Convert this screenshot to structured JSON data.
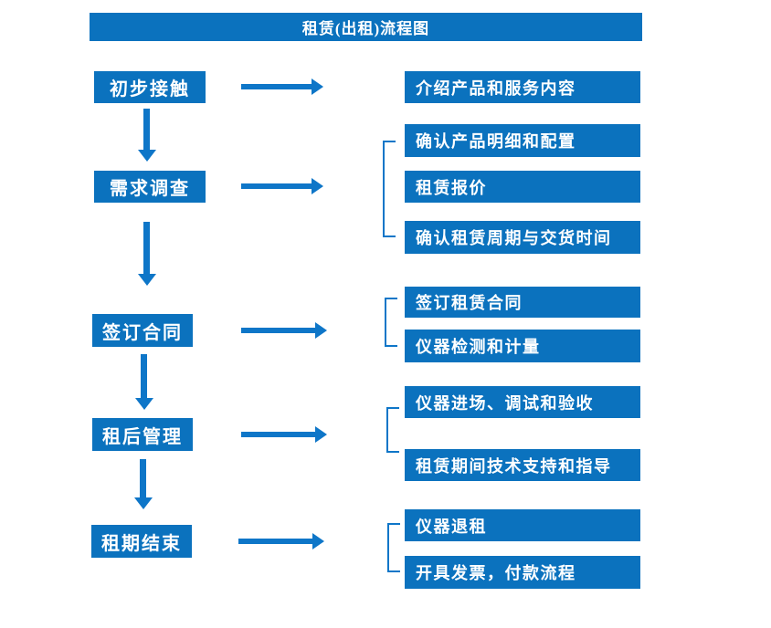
{
  "header": {
    "title": "租赁(出租)流程图"
  },
  "colors": {
    "box_blue": "#0b72be",
    "arrow_blue": "#0e76c8",
    "text": "#ffffff",
    "background": "#ffffff"
  },
  "flow": {
    "stages": [
      {
        "label": "初步接触"
      },
      {
        "label": "需求调查"
      },
      {
        "label": "签订合同"
      },
      {
        "label": "租后管理"
      },
      {
        "label": "租期结束"
      }
    ],
    "details": [
      {
        "stage": "初步接触",
        "items": [
          "介绍产品和服务内容"
        ]
      },
      {
        "stage": "需求调查",
        "items": [
          "确认产品明细和配置",
          "租赁报价",
          "确认租赁周期与交货时间"
        ]
      },
      {
        "stage": "签订合同",
        "items": [
          "签订租赁合同",
          "仪器检测和计量"
        ]
      },
      {
        "stage": "租后管理",
        "items": [
          "仪器进场、调试和验收",
          "租赁期间技术支持和指导"
        ]
      },
      {
        "stage": "租期结束",
        "items": [
          "仪器退租",
          "开具发票，付款流程"
        ]
      }
    ]
  }
}
